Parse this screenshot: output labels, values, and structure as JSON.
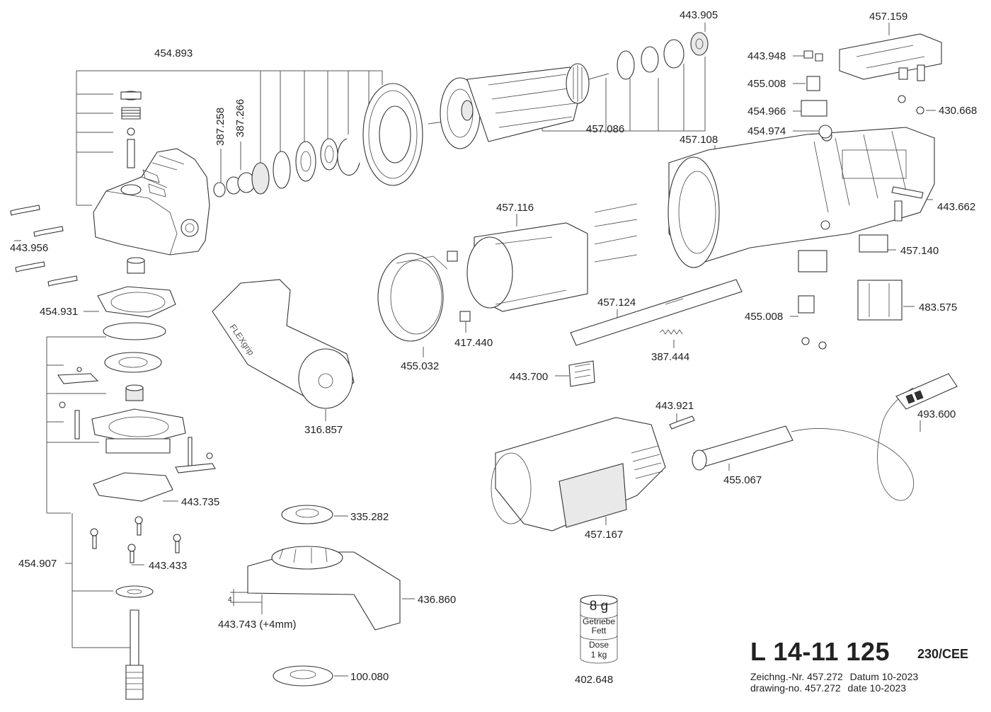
{
  "parts": [
    {
      "id": "443.905"
    },
    {
      "id": "457.159"
    },
    {
      "id": "454.893"
    },
    {
      "id": "443.948"
    },
    {
      "id": "455.008"
    },
    {
      "id": "387.258"
    },
    {
      "id": "387.266"
    },
    {
      "id": "454.966"
    },
    {
      "id": "430.668"
    },
    {
      "id": "457.086"
    },
    {
      "id": "454.974"
    },
    {
      "id": "457.108"
    },
    {
      "id": "443.662"
    },
    {
      "id": "457.116"
    },
    {
      "id": "443.956"
    },
    {
      "id": "457.140"
    },
    {
      "id": "454.931"
    },
    {
      "id": "457.124"
    },
    {
      "id": "483.575"
    },
    {
      "id": "455.008"
    },
    {
      "id": "417.440"
    },
    {
      "id": "387.444"
    },
    {
      "id": "455.032"
    },
    {
      "id": "443.700"
    },
    {
      "id": "443.921"
    },
    {
      "id": "493.600"
    },
    {
      "id": "316.857"
    },
    {
      "id": "455.067"
    },
    {
      "id": "443.735"
    },
    {
      "id": "335.282"
    },
    {
      "id": "457.167"
    },
    {
      "id": "454.907"
    },
    {
      "id": "443.433"
    },
    {
      "id": "436.860"
    },
    {
      "id": "443.743 (+4mm)"
    },
    {
      "id": "100.080"
    },
    {
      "id": "402.648"
    }
  ],
  "dimension_marker": "4",
  "grease": {
    "amount": "8 g",
    "type_line1": "Getriebe",
    "type_line2": "Fett",
    "pack_line1": "Dose",
    "pack_line2": "1 kg",
    "part_no": "402.648"
  },
  "title_block": {
    "model": "L 14-11 125",
    "voltage": "230/CEE",
    "drawing_de_label": "Zeichng.-Nr. 457.272",
    "date_de_label": "Datum 10-2023",
    "drawing_en_label": "drawing-no. 457.272",
    "date_en_label": "date  10-2023"
  },
  "icons": {
    "brand_on_handle": "FLEXgrip"
  }
}
